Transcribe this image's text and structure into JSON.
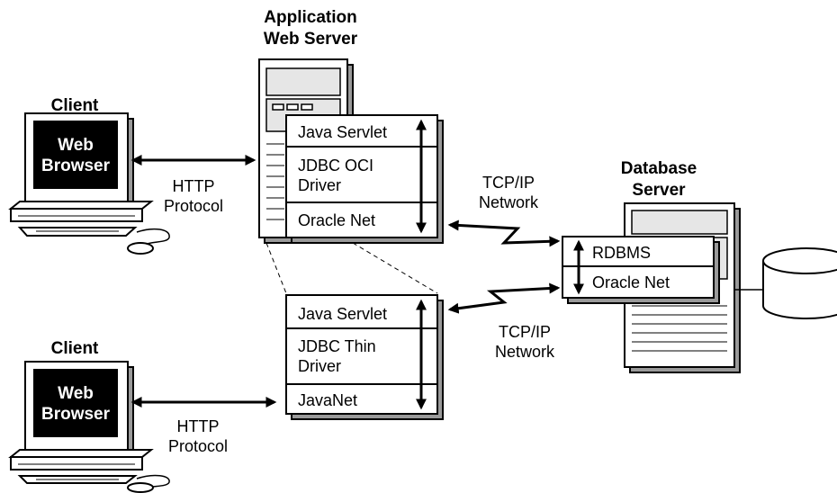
{
  "client_top": {
    "title": "Client",
    "screen_line1": "Web",
    "screen_line2": "Browser"
  },
  "client_bottom": {
    "title": "Client",
    "screen_line1": "Web",
    "screen_line2": "Browser"
  },
  "http_top": {
    "line1": "HTTP",
    "line2": "Protocol"
  },
  "http_bottom": {
    "line1": "HTTP",
    "line2": "Protocol"
  },
  "app_server": {
    "title_line1": "Application",
    "title_line2": "Web Server"
  },
  "stack_oci": {
    "row1": "Java Servlet",
    "row2_line1": "JDBC OCI",
    "row2_line2": "Driver",
    "row3": "Oracle Net"
  },
  "stack_thin": {
    "row1": "Java Servlet",
    "row2_line1": "JDBC Thin",
    "row2_line2": "Driver",
    "row3": "JavaNet"
  },
  "tcp_top": {
    "line1": "TCP/IP",
    "line2": "Network"
  },
  "tcp_bottom": {
    "line1": "TCP/IP",
    "line2": "Network"
  },
  "db_server": {
    "title_line1": "Database",
    "title_line2": "Server",
    "row1": "RDBMS",
    "row2": "Oracle Net"
  },
  "colors": {
    "line": "#000000",
    "shade": "#9a9a9a",
    "light": "#e6e6e6",
    "screen": "#000000",
    "background": "#ffffff"
  }
}
